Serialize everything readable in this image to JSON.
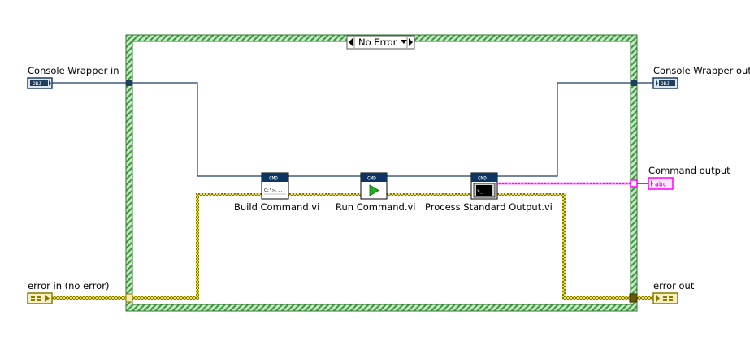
{
  "case_structure": {
    "selector_label": "No Error",
    "left_arrow_icon": "left-arrow",
    "right_arrow_icon": "right-arrow",
    "dropdown_icon": "down-triangle",
    "border_colors": [
      "#9BC99B",
      "#2E8B2E"
    ]
  },
  "terminals": {
    "console_wrapper_in": {
      "label": "Console Wrapper in",
      "glyph": "OBJ"
    },
    "console_wrapper_out": {
      "label": "Console Wrapper out",
      "glyph": "OBJ"
    },
    "error_in": {
      "label": "error in (no error)",
      "glyph": "error-cluster-icon"
    },
    "error_out": {
      "label": "error out",
      "glyph": "error-cluster-icon"
    },
    "command_output": {
      "label": "Command output",
      "glyph": "abc"
    }
  },
  "subvis": [
    {
      "name": "Build Command.vi",
      "header": "CMD",
      "icon": "C:\\>..."
    },
    {
      "name": "Run Command.vi",
      "header": "CMD",
      "icon": "play-arrow-icon"
    },
    {
      "name": "Process Standard Output.vi",
      "header": "CMD",
      "icon": "console-icon"
    }
  ],
  "colors": {
    "object_wire": "#1F3F5F",
    "error_wire": "#7A6A00",
    "string_wire": "#FF00FF",
    "vi_header": "#0C3563",
    "case_border": "#3A9A3A"
  }
}
